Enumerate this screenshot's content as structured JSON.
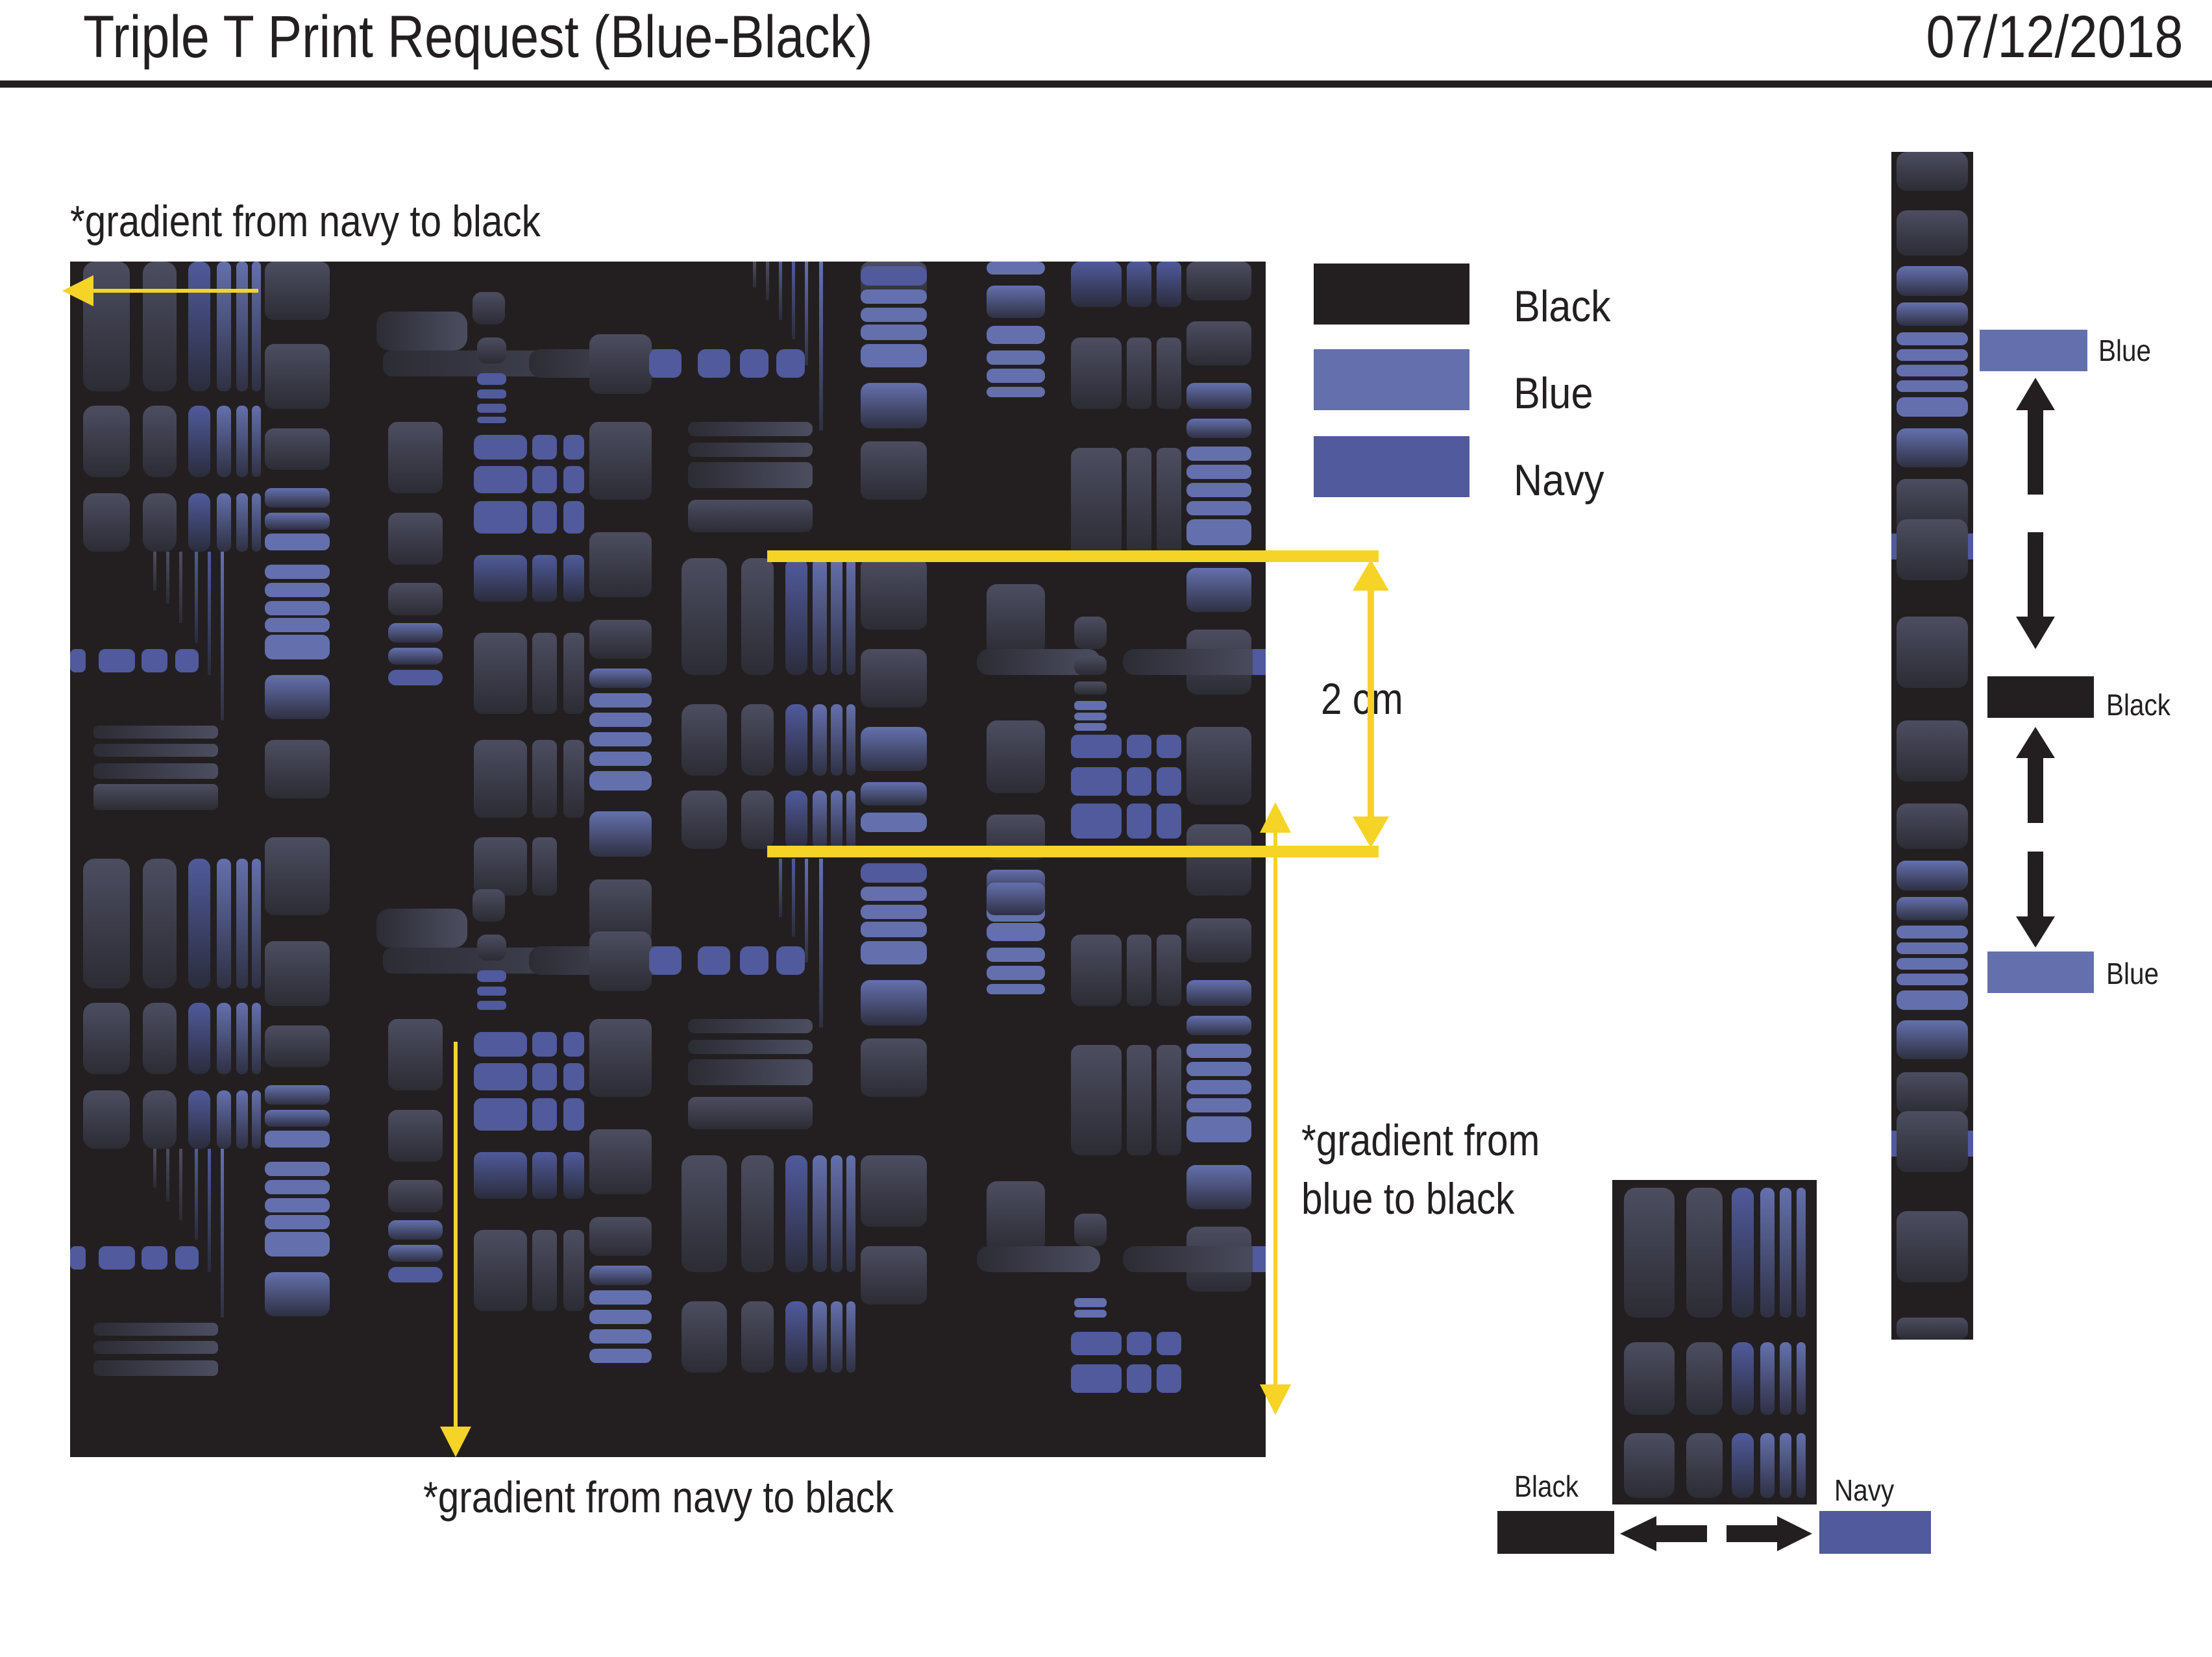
{
  "header": {
    "title": "Triple T Print Request (Blue-Black)",
    "date": "07/12/2018"
  },
  "annotations": {
    "top_gradient": "*gradient from navy to black",
    "bottom_gradient": "*gradient from navy to black",
    "side_gradient_line1": "*gradient from",
    "side_gradient_line2": "blue to black",
    "measure": "2 cm"
  },
  "legend": [
    {
      "label": "Black",
      "color": "#231f20"
    },
    {
      "label": "Blue",
      "color": "#6470ad"
    },
    {
      "label": "Navy",
      "color": "#505a9c"
    }
  ],
  "strip_labels": {
    "top_blue": "Blue",
    "middle_black": "Black",
    "bottom_blue": "Blue"
  },
  "tile_labels": {
    "left_black": "Black",
    "right_navy": "Navy"
  },
  "colors": {
    "black": "#231f20",
    "blue": "#6470ad",
    "navy": "#505a9c",
    "accent_yellow": "#f5d327",
    "gray": "#4a4b5c"
  },
  "icons": [
    "arrow-left-icon",
    "arrow-down-icon",
    "arrow-up-icon",
    "arrow-right-icon",
    "double-arrow-icon"
  ]
}
